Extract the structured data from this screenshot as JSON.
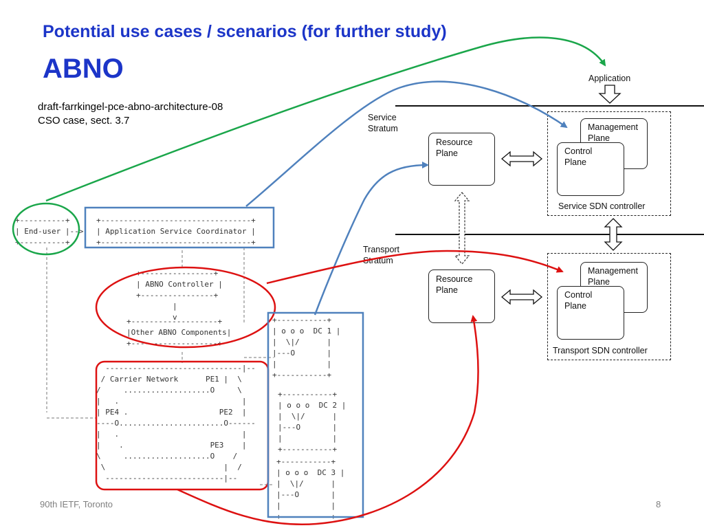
{
  "slide": {
    "title": "Potential use cases / scenarios (for further study)",
    "subtitle": "ABNO",
    "reference_line1": "draft-farrkingel-pce-abno-architecture-08",
    "reference_line2": "CSO case, sect. 3.7",
    "footer_left": "90th IETF, Toronto",
    "page_number": "8"
  },
  "ascii_diagram": {
    "enduser": "+----------+\n| End-user |-->\n+----------+",
    "asc": "+---------------------------------+\n| Application Service Coordinator |\n+---------------------------------+",
    "abno_controller": "+----------------+\n| ABNO Controller |\n+----------------+\n        |\n        v",
    "other_components": "+-------------------+\n|Other ABNO Components|\n+-------------------+",
    "carrier": "  ------------------------------|--\n / Carrier Network      PE1 |  \\\n/     ...................O     \\\n|   .                           |\n| PE4 .                    PE2  |\n----O.......................O------\n|   .                           |\n|    .                   PE3    |\n\\     ...................O    /\n \\                          |  /\n  --------------------------|--",
    "dc1": "+-----------+\n| o o o  DC 1 |\n|  \\|/      |\n|---O       |\n|           |\n+-----------+",
    "dc2": "+-----------+\n| o o o  DC 2 |\n|  \\|/      |\n|---O       |\n|           |\n+-----------+",
    "dc3": "+-----------+\n| o o o  DC 3 |\n|  \\|/      |\n|---O       |\n|           |\n+-----------+"
  },
  "right_diagram": {
    "application": "Application",
    "service_stratum": "Service\nStratum",
    "transport_stratum": "Transport\nStratum",
    "resource_plane": "Resource\nPlane",
    "management_plane": "Management\nPlane",
    "control_plane": "Control\nPlane",
    "service_sdn_controller": "Service SDN controller",
    "transport_sdn_controller": "Transport SDN controller"
  },
  "colors": {
    "title": "#1c35c8",
    "green": "#1aa64a",
    "blue": "#4f81bd",
    "red": "#dd1111"
  }
}
